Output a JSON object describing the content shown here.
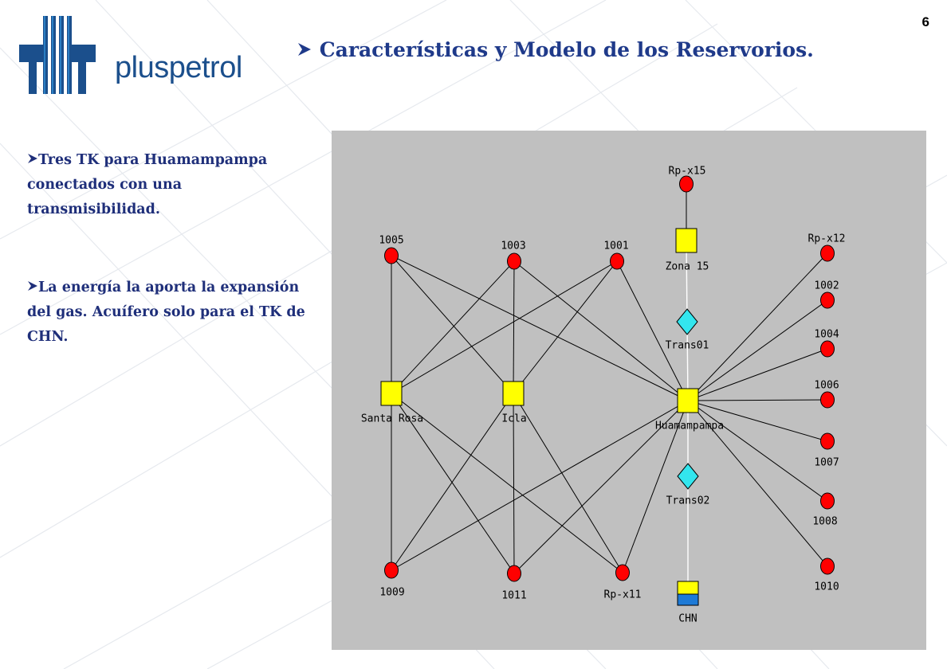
{
  "header": {
    "logo_text": "pluspetrol",
    "page_number": "6",
    "title": "Características y Modelo de los Reservorios."
  },
  "bullets": [
    "Tres TK para Huamampampa conectados con una transmisibilidad.",
    "La energía la aporta la expansión del gas. Acuífero solo para el TK de CHN."
  ],
  "colors": {
    "brand_blue": "#1b4f8c",
    "title_blue": "#1f3a8a",
    "panel_gray": "#c0c0c0",
    "well_red": "#ff0000",
    "tank_yellow": "#ffff00",
    "transmissibility_cyan": "#33e6ee",
    "aquifer_blue": "#1e7ad6"
  },
  "diagram": {
    "nodes": [
      {
        "id": "rpx15",
        "label": "Rp-x15",
        "kind": "well"
      },
      {
        "id": "zona15",
        "label": "Zona 15",
        "kind": "tank"
      },
      {
        "id": "trans01",
        "label": "Trans01",
        "kind": "transmissibility"
      },
      {
        "id": "huam",
        "label": "Huamampampa",
        "kind": "tank"
      },
      {
        "id": "trans02",
        "label": "Trans02",
        "kind": "transmissibility"
      },
      {
        "id": "chn",
        "label": "CHN",
        "kind": "aquifer-tank"
      },
      {
        "id": "santarosa",
        "label": "Santa Rosa",
        "kind": "tank"
      },
      {
        "id": "icla",
        "label": "Icla",
        "kind": "tank"
      },
      {
        "id": "w1005",
        "label": "1005",
        "kind": "well"
      },
      {
        "id": "w1003",
        "label": "1003",
        "kind": "well"
      },
      {
        "id": "w1001",
        "label": "1001",
        "kind": "well"
      },
      {
        "id": "rpx12",
        "label": "Rp-x12",
        "kind": "well"
      },
      {
        "id": "w1002",
        "label": "1002",
        "kind": "well"
      },
      {
        "id": "w1004",
        "label": "1004",
        "kind": "well"
      },
      {
        "id": "w1006",
        "label": "1006",
        "kind": "well"
      },
      {
        "id": "w1007",
        "label": "1007",
        "kind": "well"
      },
      {
        "id": "w1008",
        "label": "1008",
        "kind": "well"
      },
      {
        "id": "w1010",
        "label": "1010",
        "kind": "well"
      },
      {
        "id": "w1009",
        "label": "1009",
        "kind": "well"
      },
      {
        "id": "w1011",
        "label": "1011",
        "kind": "well"
      },
      {
        "id": "rpx11",
        "label": "Rp-x11",
        "kind": "well"
      }
    ],
    "connections": [
      [
        "rpx15",
        "zona15"
      ],
      [
        "zona15",
        "trans01"
      ],
      [
        "trans01",
        "huam"
      ],
      [
        "huam",
        "trans02"
      ],
      [
        "trans02",
        "chn"
      ],
      [
        "w1005",
        "santarosa"
      ],
      [
        "w1005",
        "icla"
      ],
      [
        "w1005",
        "huam"
      ],
      [
        "w1003",
        "santarosa"
      ],
      [
        "w1003",
        "icla"
      ],
      [
        "w1003",
        "huam"
      ],
      [
        "w1001",
        "santarosa"
      ],
      [
        "w1001",
        "icla"
      ],
      [
        "w1001",
        "huam"
      ],
      [
        "rpx12",
        "huam"
      ],
      [
        "w1002",
        "huam"
      ],
      [
        "w1004",
        "huam"
      ],
      [
        "w1006",
        "huam"
      ],
      [
        "w1007",
        "huam"
      ],
      [
        "w1008",
        "huam"
      ],
      [
        "w1010",
        "huam"
      ],
      [
        "w1009",
        "santarosa"
      ],
      [
        "w1009",
        "icla"
      ],
      [
        "w1009",
        "huam"
      ],
      [
        "w1011",
        "santarosa"
      ],
      [
        "w1011",
        "icla"
      ],
      [
        "w1011",
        "huam"
      ],
      [
        "rpx11",
        "santarosa"
      ],
      [
        "rpx11",
        "icla"
      ],
      [
        "rpx11",
        "huam"
      ]
    ]
  }
}
